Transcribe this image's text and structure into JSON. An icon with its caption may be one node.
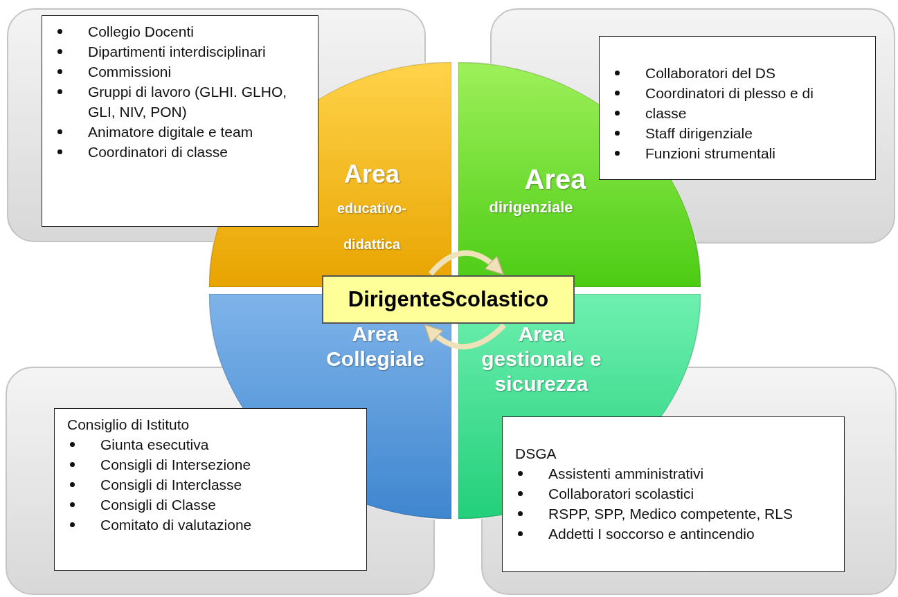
{
  "diagram": {
    "nodes": [
      {
        "text": [],
        "shape": "box"
      },
      {
        "text": [
          "Collegio Docenti",
          "Dipartimenti interdisciplinari",
          "Commissioni",
          "Gruppi di lavoro (GLHI. GLHO, GLI, NIV, PON)",
          "Animatore digitale e team",
          "Coordinatori di classe"
        ],
        "in": 0
      },
      {
        "text": [],
        "shape": "box"
      },
      {
        "text": [
          "Collaboratori del DS",
          "Coordinatori di plesso e di",
          "classe",
          "Staff dirigenziale",
          "Funzioni strumentali"
        ],
        "in": 2
      },
      {
        "text": [],
        "shape": "box"
      },
      {
        "text": [
          "Consiglio di Istituto",
          "Giunta esecutiva",
          "Consigli di Intersezione",
          "Consigli di Interclasse",
          "Consigli di Classe",
          "Comitato di valutazione"
        ],
        "in": 4
      },
      {
        "text": [],
        "shape": "box"
      },
      {
        "text": [
          "DSGA",
          "Assistenti amministrativi",
          "Collaboratori scolastici",
          "RSPP, SPP, Medico competente, RLS",
          "Addetti I soccorso e antincendio"
        ],
        "in": 6
      },
      {
        "text": [
          "Area",
          "educativo- didattica"
        ]
      },
      {
        "text": [
          "Area",
          "dirigenziale"
        ]
      },
      {
        "text": [
          "Area Collegiale"
        ]
      },
      {
        "text": [
          "Area gestionale e sicurezza"
        ]
      },
      {
        "text": [
          "DirigenteScolastico"
        ]
      }
    ],
    "edges": [
      {
        "from": 8,
        "to": 9,
        "arrow": "to"
      },
      {
        "from": 11,
        "to": 10,
        "arrow": "to"
      }
    ]
  }
}
